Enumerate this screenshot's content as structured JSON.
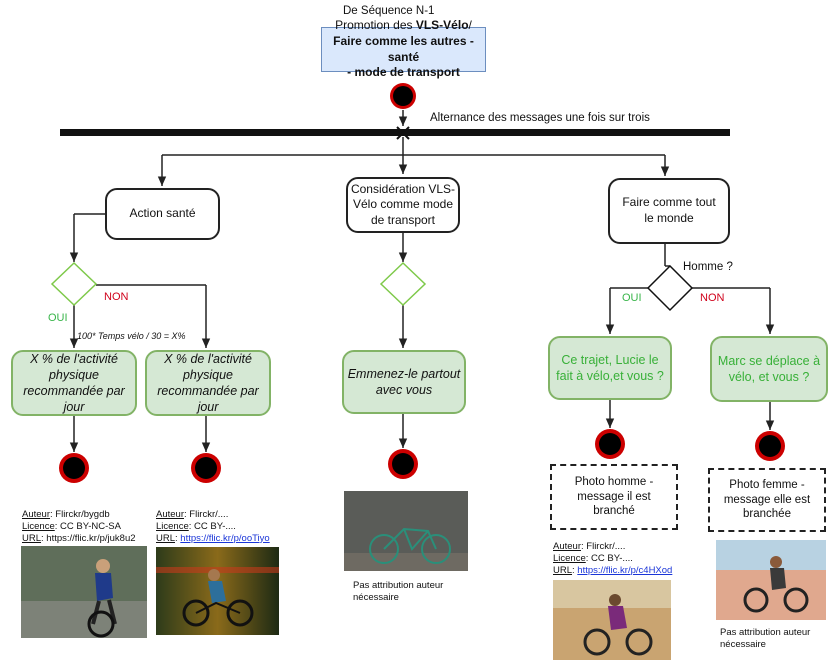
{
  "header": "De Séquence N-1",
  "promo": {
    "line1_prefix": "Promotion des ",
    "line1_bold": "VLS-Vélo",
    "line1_suffix": "/",
    "line2": "Faire comme les autres - santé",
    "line3": "- mode de transport"
  },
  "fork_label": "Alternance des messages une fois sur trois",
  "branches": {
    "sante": {
      "label": "Action santé",
      "oui": "OUI",
      "non": "NON",
      "formula": "100* Temps vélo / 30 = X%"
    },
    "transport": {
      "label": "Considération VLS-Vélo comme mode de transport"
    },
    "monde": {
      "label": "Faire comme tout le monde",
      "question": "Homme ?",
      "oui": "OUI",
      "non": "NON"
    }
  },
  "messages": {
    "m1": "X % de l'activité physique recommandée par jour",
    "m2": "X % de l'activité physique recommandée par jour",
    "m3": "Emmenez-le partout avec vous",
    "m4": "Ce trajet, Lucie le fait à vélo,et vous ?",
    "m5": "Marc se déplace à vélo, et vous ?"
  },
  "photo_notes": {
    "homme": "Photo homme - message il est branché",
    "femme": "Photo femme - message elle est branchée"
  },
  "credits": {
    "c1": {
      "auteur_label": "Auteur",
      "auteur": ": Flirckr/bygdb",
      "licence_label": "Licence",
      "licence": ": CC BY-NC-SA",
      "url_label": "URL",
      "url": ": https://flic.kr/p/juk8u2"
    },
    "c2": {
      "auteur_label": "Auteur",
      "auteur": ": Flirckr/....",
      "licence_label": "Licence",
      "licence": ": CC BY-....",
      "url_label": "URL",
      "url_sep": ": ",
      "url_link": "https://flic.kr/p/ooTiyo"
    },
    "c3": {
      "auteur_label": "Auteur",
      "auteur": ": Flirckr/....",
      "licence_label": "Licence",
      "licence": ": CC BY-....",
      "url_label": "URL",
      "url_sep": ": ",
      "url_link": "https://flic.kr/p/c4HXod"
    }
  },
  "no_attribution_1": "Pas attribution auteur nécessaire",
  "no_attribution_2": "Pas attribution auteur nécessaire",
  "colors": {
    "green_fill": "#d5e8d4",
    "green_stroke": "#82b366",
    "blue_fill": "#dae8fc",
    "end_red": "#cc0000",
    "link_blue": "#1a35d8"
  }
}
